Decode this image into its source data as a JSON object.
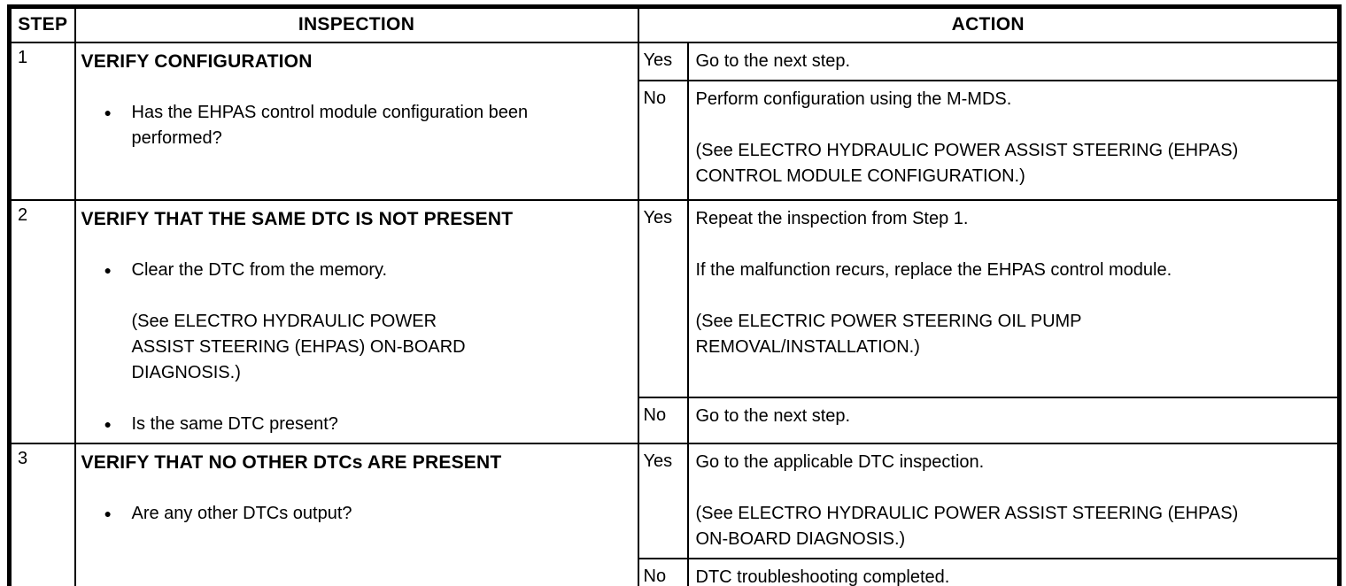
{
  "page": {
    "background": "#ffffff",
    "text_color": "#000000",
    "border_color": "#000000"
  },
  "table": {
    "headers": {
      "step": "STEP",
      "inspection": "INSPECTION",
      "action": "ACTION"
    },
    "labels": {
      "yes": "Yes",
      "no": "No",
      "bullet": "●"
    },
    "rows": [
      {
        "step": "1",
        "title": "VERIFY CONFIGURATION",
        "bullets": {
          "b1": "Has the EHPAS control module configuration been performed?"
        },
        "yes": {
          "p1": "Go to the next step."
        },
        "no": {
          "p1": "Perform configuration using the M-MDS.",
          "p2": "(See ELECTRO HYDRAULIC POWER ASSIST STEERING (EHPAS) CONTROL MODULE CONFIGURATION.)"
        }
      },
      {
        "step": "2",
        "title": "VERIFY THAT THE SAME DTC IS NOT PRESENT",
        "bullets": {
          "b1": "Clear the DTC from the memory.",
          "see1": "(See ELECTRO HYDRAULIC POWER ASSIST STEERING (EHPAS) ON-BOARD DIAGNOSIS.)",
          "b2": "Is the same DTC present?"
        },
        "yes": {
          "p1": "Repeat the inspection from Step 1.",
          "p2": "If the malfunction recurs, replace the EHPAS control module.",
          "p3": "(See ELECTRIC POWER STEERING OIL PUMP REMOVAL/INSTALLATION.)"
        },
        "no": {
          "p1": "Go to the next step."
        }
      },
      {
        "step": "3",
        "title": "VERIFY THAT NO OTHER DTCs ARE PRESENT",
        "bullets": {
          "b1": "Are any other DTCs output?"
        },
        "yes": {
          "p1": "Go to the applicable DTC inspection.",
          "p2": "(See ELECTRO HYDRAULIC POWER ASSIST STEERING (EHPAS) ON-BOARD DIAGNOSIS.)"
        },
        "no": {
          "p1": "DTC troubleshooting completed."
        }
      }
    ]
  }
}
